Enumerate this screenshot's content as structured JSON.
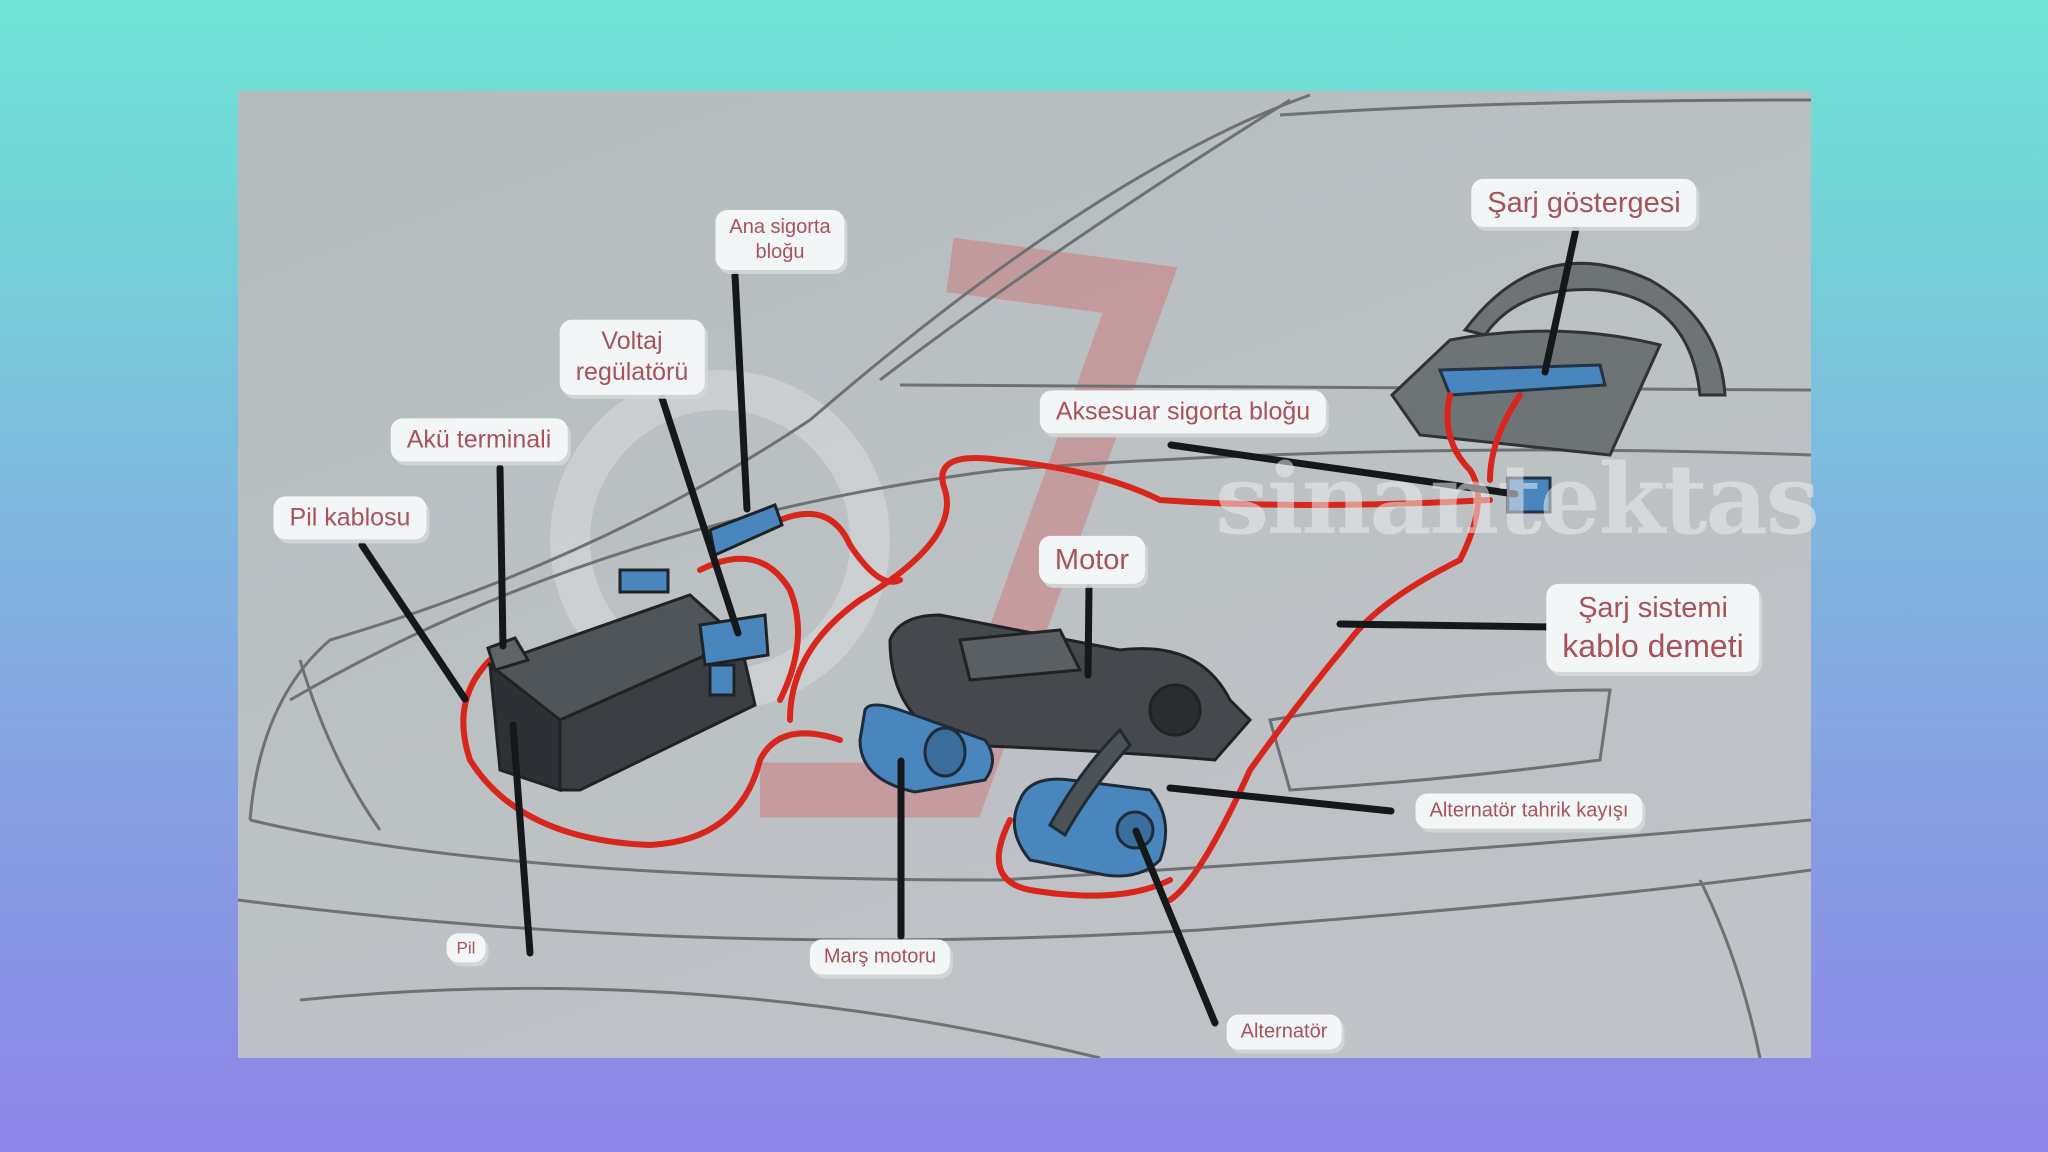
{
  "title": "Şarj sistemi şeması",
  "watermark": "sinantektas",
  "colors": {
    "wire": "#d8261c",
    "component": "#4a86be",
    "frame": "#3d4246",
    "label_text": "#a8525a"
  },
  "labels": {
    "ana_sigorta_1": "Ana sigorta",
    "ana_sigorta_2": "bloğu",
    "voltaj_1": "Voltaj",
    "voltaj_2": "regülatörü",
    "aku_terminali": "Akü terminali",
    "pil_kablosu": "Pil kablosu",
    "sarj_gostergesi": "Şarj göstergesi",
    "aksesuar_sigorta": "Aksesuar sigorta bloğu",
    "motor": "Motor",
    "sarj_sistemi_1": "Şarj sistemi",
    "sarj_sistemi_2": "kablo demeti",
    "alternator_kayis": "Alternatör tahrik kayışı",
    "pil": "Pil",
    "mars_motoru": "Marş motoru",
    "alternator": "Alternatör"
  }
}
